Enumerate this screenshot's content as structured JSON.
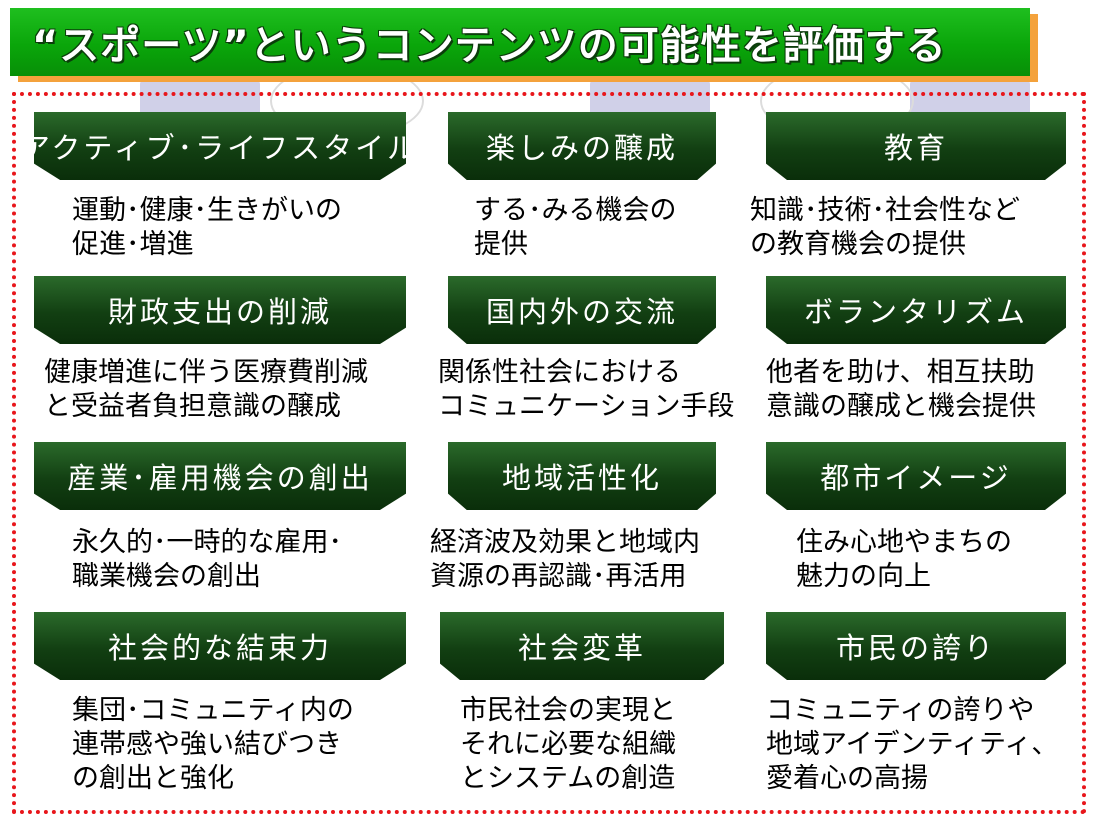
{
  "title": "“スポーツ”というコンテンツの可能性を評価する",
  "colors": {
    "title_green": "#0aa60a",
    "title_shadow": "#f4a23c",
    "header_green": "#123f12",
    "frame_red": "#e8161b"
  },
  "items": [
    {
      "heading": "アクティブ･ライフスタイル",
      "description": "運動･健康･生きがいの\n促進･増進"
    },
    {
      "heading": "楽しみの醸成",
      "description": "する･みる機会の\n提供"
    },
    {
      "heading": "教育",
      "description": "知識･技術･社会性など\nの教育機会の提供"
    },
    {
      "heading": "財政支出の削減",
      "description": "健康増進に伴う医療費削減\nと受益者負担意識の醸成"
    },
    {
      "heading": "国内外の交流",
      "description": "関係性社会における\nコミュニケーション手段"
    },
    {
      "heading": "ボランタリズム",
      "description": "他者を助け、相互扶助\n意識の醸成と機会提供"
    },
    {
      "heading": "産業･雇用機会の創出",
      "description": "永久的･一時的な雇用･\n職業機会の創出"
    },
    {
      "heading": "地域活性化",
      "description": "経済波及効果と地域内\n資源の再認識･再活用"
    },
    {
      "heading": "都市イメージ",
      "description": "住み心地やまちの\n魅力の向上"
    },
    {
      "heading": "社会的な結束力",
      "description": "集団･コミュニティ内の\n連帯感や強い結びつき\nの創出と強化"
    },
    {
      "heading": "社会変革",
      "description": "市民社会の実現と\nそれに必要な組織\nとシステムの創造"
    },
    {
      "heading": "市民の誇り",
      "description": "コミュニティの誇りや\n地域アイデンティティ、\n愛着心の高揚"
    }
  ]
}
